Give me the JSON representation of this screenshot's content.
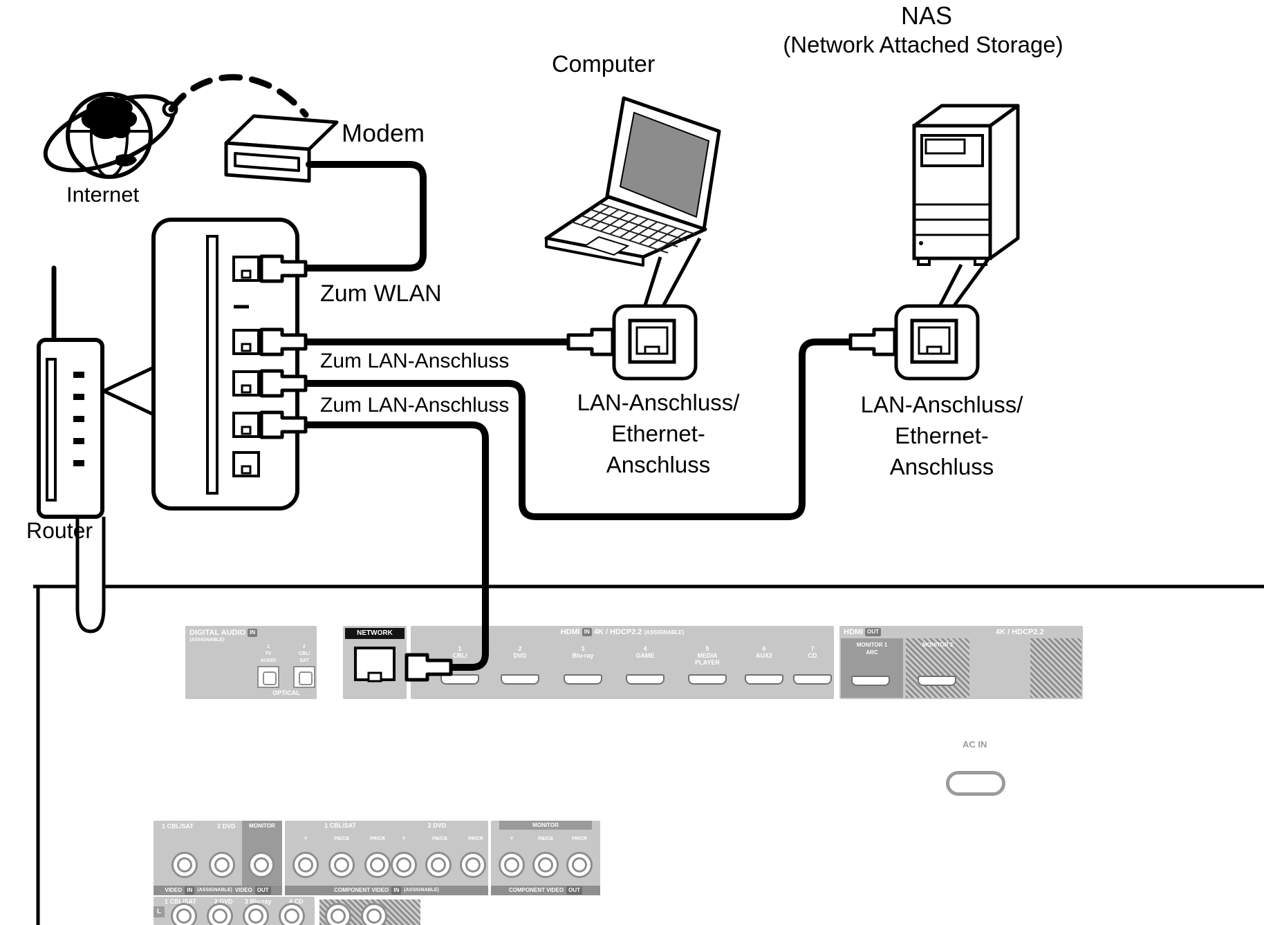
{
  "diagram": {
    "nas_title": "NAS",
    "nas_subtitle": "(Network Attached Storage)",
    "computer_label": "Computer",
    "modem_label": "Modem",
    "internet_label": "Internet",
    "router_label": "Router",
    "zum_wlan": "Zum WLAN",
    "zum_lan_1": "Zum LAN-Anschluss",
    "zum_lan_2": "Zum LAN-Anschluss",
    "lan_computer": {
      "line1": "LAN-Anschluss/",
      "line2": "Ethernet-",
      "line3": "Anschluss"
    },
    "lan_nas": {
      "line1": "LAN-Anschluss/",
      "line2": "Ethernet-",
      "line3": "Anschluss"
    }
  },
  "receiver": {
    "digital_audio": {
      "title": "DIGITAL AUDIO",
      "badge_in": "IN",
      "assignable": "(ASSIGNABLE)",
      "port1": {
        "num": "1",
        "name1": "TV",
        "name2": "AUDIO"
      },
      "port2": {
        "num": "2",
        "name1": "CBL/",
        "name2": "SAT"
      },
      "optical": "OPTICAL"
    },
    "network": {
      "title": "NETWORK"
    },
    "hdmi_in": {
      "title": "HDMI",
      "badge_in": "IN",
      "spec": "4K / HDCP2.2",
      "assignable": "(ASSIGNABLE)",
      "ports": [
        {
          "num": "1",
          "name": "CBL/"
        },
        {
          "num": "2",
          "name": "DVD"
        },
        {
          "num": "3",
          "name": "Blu-ray"
        },
        {
          "num": "4",
          "name": "GAME"
        },
        {
          "num": "5",
          "name": "MEDIA",
          "name2": "PLAYER"
        },
        {
          "num": "6",
          "name": "AUX2"
        },
        {
          "num": "7",
          "name": "CD"
        }
      ]
    },
    "hdmi_out": {
      "title": "HDMI",
      "badge_out": "OUT",
      "spec": "4K / HDCP2.2",
      "monitor1": "MONITOR 1",
      "arc": "ARC",
      "monitor2": "MONITOR 2"
    },
    "video": {
      "cbl_sat": "1 CBL/SAT",
      "dvd": "2 DVD",
      "monitor": "MONITOR",
      "bar_video": "VIDEO",
      "bar_in": "IN",
      "bar_assignable": "(ASSIGNABLE)",
      "bar_video_out": "VIDEO",
      "bar_out": "OUT"
    },
    "component": {
      "group1": "1 CBL/SAT",
      "group2": "2 DVD",
      "monitor": "MONITOR",
      "y": "Y",
      "pb": "PB/CB",
      "pr": "PR/CR",
      "bar_in_title": "COMPONENT VIDEO",
      "bar_in_badge": "IN",
      "bar_assignable": "(ASSIGNABLE)",
      "bar_out_title": "COMPONENT VIDEO",
      "bar_out_badge": "OUT"
    },
    "analog_row": {
      "label1": "1 CBL/SAT",
      "label2": "2 DVD",
      "label3": "3 Blu-ray",
      "label4": "4 CD",
      "l_badge": "L"
    },
    "ac_in": "AC IN"
  }
}
